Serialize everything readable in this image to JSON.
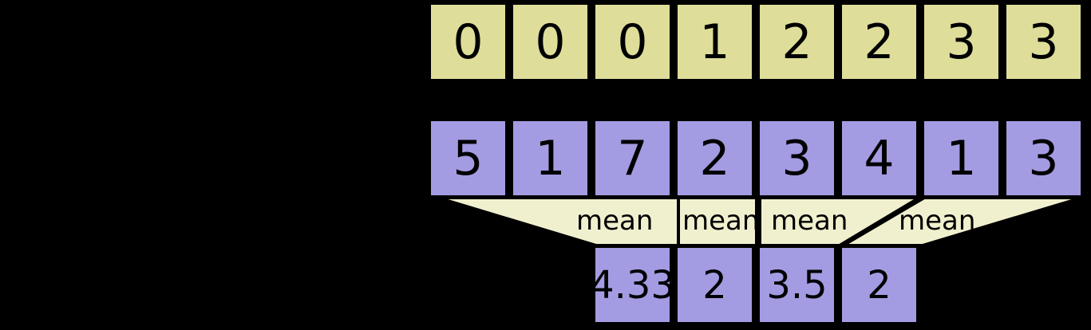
{
  "diagram": {
    "title": "mean-pooling-diagram",
    "background_color": "#000000",
    "colors": {
      "input_cell": "#dede9a",
      "value_cell": "#a39ce2",
      "mean_band": "#f0f0cf",
      "border": "#000000",
      "text": "#000000"
    },
    "rows": {
      "segment_ids": {
        "name": "segment-ids-row",
        "color": "#dede9a",
        "values": [
          "0",
          "0",
          "0",
          "1",
          "2",
          "2",
          "3",
          "3"
        ]
      },
      "data_values": {
        "name": "data-values-row",
        "color": "#a39ce2",
        "values": [
          "5",
          "1",
          "7",
          "2",
          "3",
          "4",
          "1",
          "3"
        ]
      },
      "operations": {
        "name": "mean-operation-band",
        "color": "#f0f0cf",
        "labels": [
          "mean",
          "mean",
          "mean",
          "mean"
        ]
      },
      "results": {
        "name": "segment-means-row",
        "color": "#a39ce2",
        "values": [
          "4.33",
          "2",
          "3.5",
          "2"
        ]
      }
    }
  }
}
